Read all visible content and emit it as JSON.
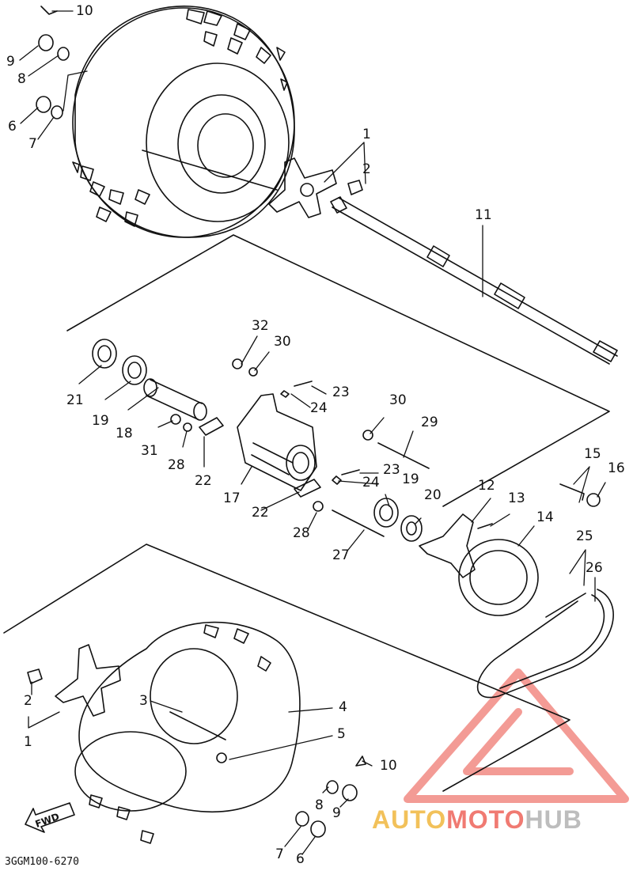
{
  "diagram_code": "3GGM100-6270",
  "fwd_label": "FWD",
  "watermark": {
    "part1": "AUTO",
    "part2": "MOTO",
    "part3": "HUB"
  },
  "callouts": [
    {
      "id": "c10a",
      "text": "10"
    },
    {
      "id": "c9a",
      "text": "9"
    },
    {
      "id": "c8a",
      "text": "8"
    },
    {
      "id": "c6a",
      "text": "6"
    },
    {
      "id": "c7a",
      "text": "7"
    },
    {
      "id": "c1a",
      "text": "1"
    },
    {
      "id": "c2a",
      "text": "2"
    },
    {
      "id": "c11",
      "text": "11"
    },
    {
      "id": "c32",
      "text": "32"
    },
    {
      "id": "c30a",
      "text": "30"
    },
    {
      "id": "c21",
      "text": "21"
    },
    {
      "id": "c19a",
      "text": "19"
    },
    {
      "id": "c23a",
      "text": "23"
    },
    {
      "id": "c24a",
      "text": "24"
    },
    {
      "id": "c18",
      "text": "18"
    },
    {
      "id": "c30b",
      "text": "30"
    },
    {
      "id": "c29",
      "text": "29"
    },
    {
      "id": "c31",
      "text": "31"
    },
    {
      "id": "c28a",
      "text": "28"
    },
    {
      "id": "c22a",
      "text": "22"
    },
    {
      "id": "c23b",
      "text": "23"
    },
    {
      "id": "c24b",
      "text": "24"
    },
    {
      "id": "c19b",
      "text": "19"
    },
    {
      "id": "c17",
      "text": "17"
    },
    {
      "id": "c15",
      "text": "15"
    },
    {
      "id": "c16",
      "text": "16"
    },
    {
      "id": "c12",
      "text": "12"
    },
    {
      "id": "c13",
      "text": "13"
    },
    {
      "id": "c20",
      "text": "20"
    },
    {
      "id": "c22b",
      "text": "22"
    },
    {
      "id": "c14",
      "text": "14"
    },
    {
      "id": "c25",
      "text": "25"
    },
    {
      "id": "c28b",
      "text": "28"
    },
    {
      "id": "c27",
      "text": "27"
    },
    {
      "id": "c26",
      "text": "26"
    },
    {
      "id": "c2b",
      "text": "2"
    },
    {
      "id": "c3",
      "text": "3"
    },
    {
      "id": "c4",
      "text": "4"
    },
    {
      "id": "c1b",
      "text": "1"
    },
    {
      "id": "c5",
      "text": "5"
    },
    {
      "id": "c10b",
      "text": "10"
    },
    {
      "id": "c8b",
      "text": "8"
    },
    {
      "id": "c9b",
      "text": "9"
    },
    {
      "id": "c7b",
      "text": "7"
    },
    {
      "id": "c6b",
      "text": "6"
    }
  ]
}
